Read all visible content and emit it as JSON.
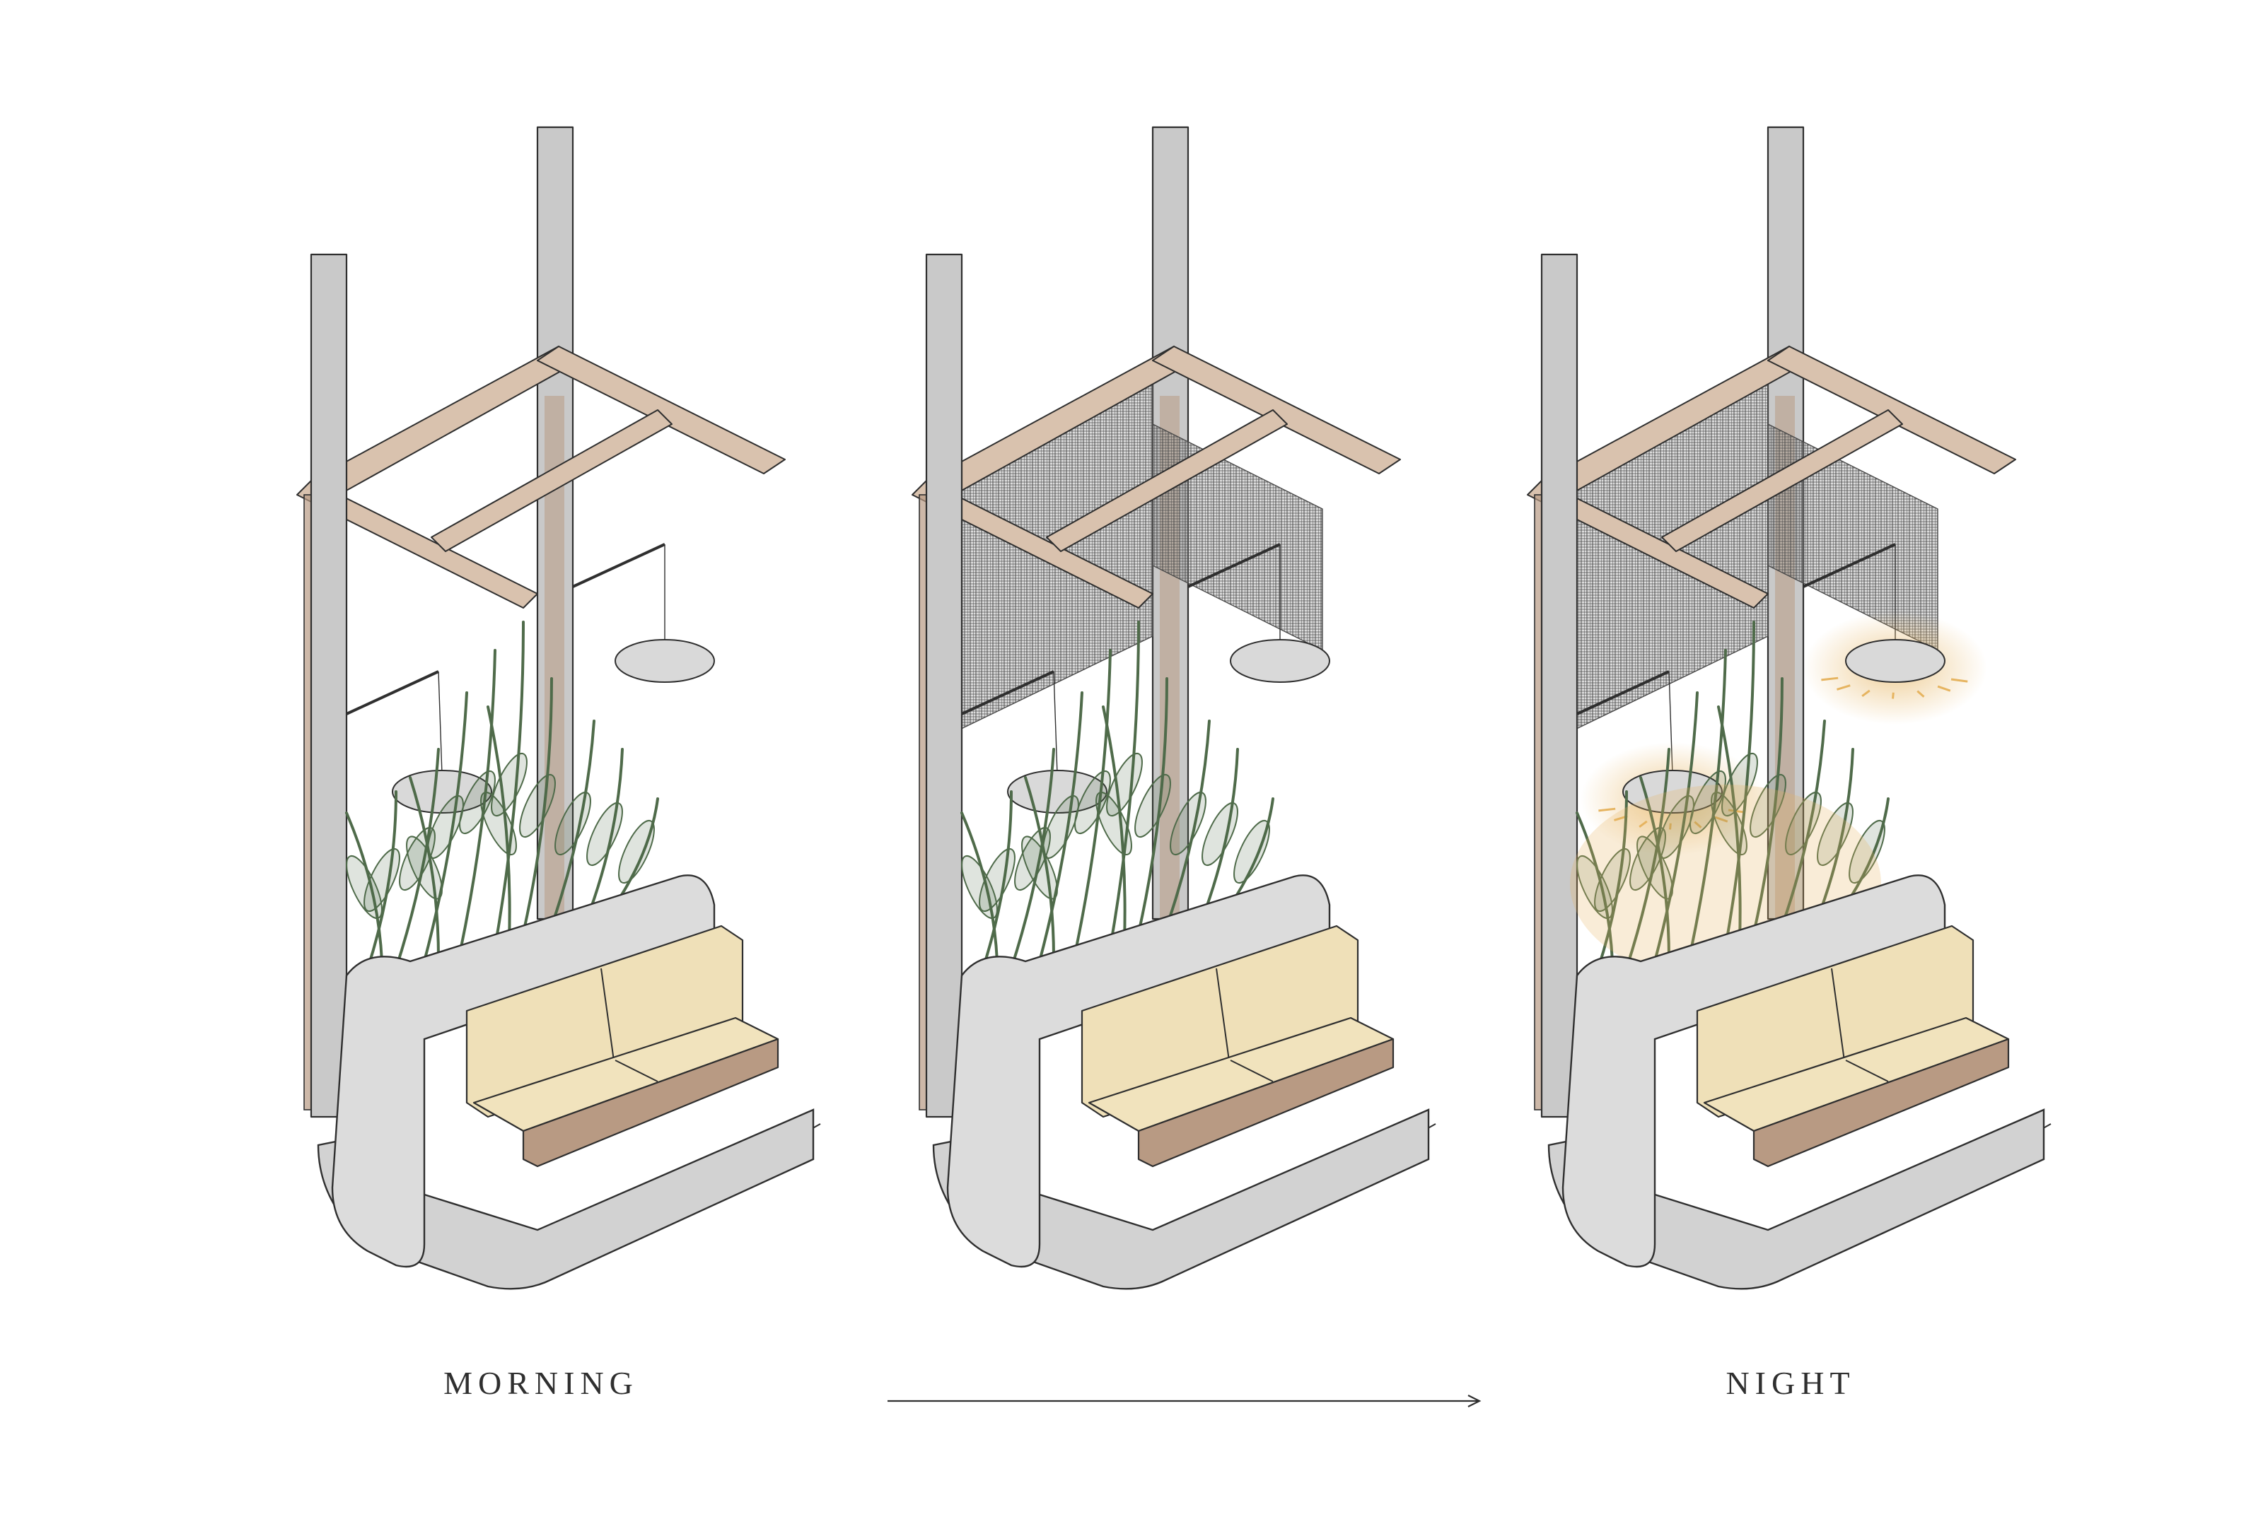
{
  "labels": {
    "start": "MORNING",
    "end": "NIGHT"
  },
  "stages": [
    {
      "screen_panels": 0,
      "lamps_lit": false
    },
    {
      "screen_panels": 2,
      "lamps_lit": false
    },
    {
      "screen_panels": 2,
      "lamps_lit": true
    }
  ],
  "colors": {
    "ink": "#2f2f2f",
    "timber": "#b89a83",
    "timber_light": "#d9c2ae",
    "steel": "#c9c9c9",
    "concrete": "#d2d2d2",
    "cushion": "#efe0b8",
    "plant": "#4f6b4a",
    "screen": "#4a4a4a",
    "glow": "#e6b460"
  }
}
